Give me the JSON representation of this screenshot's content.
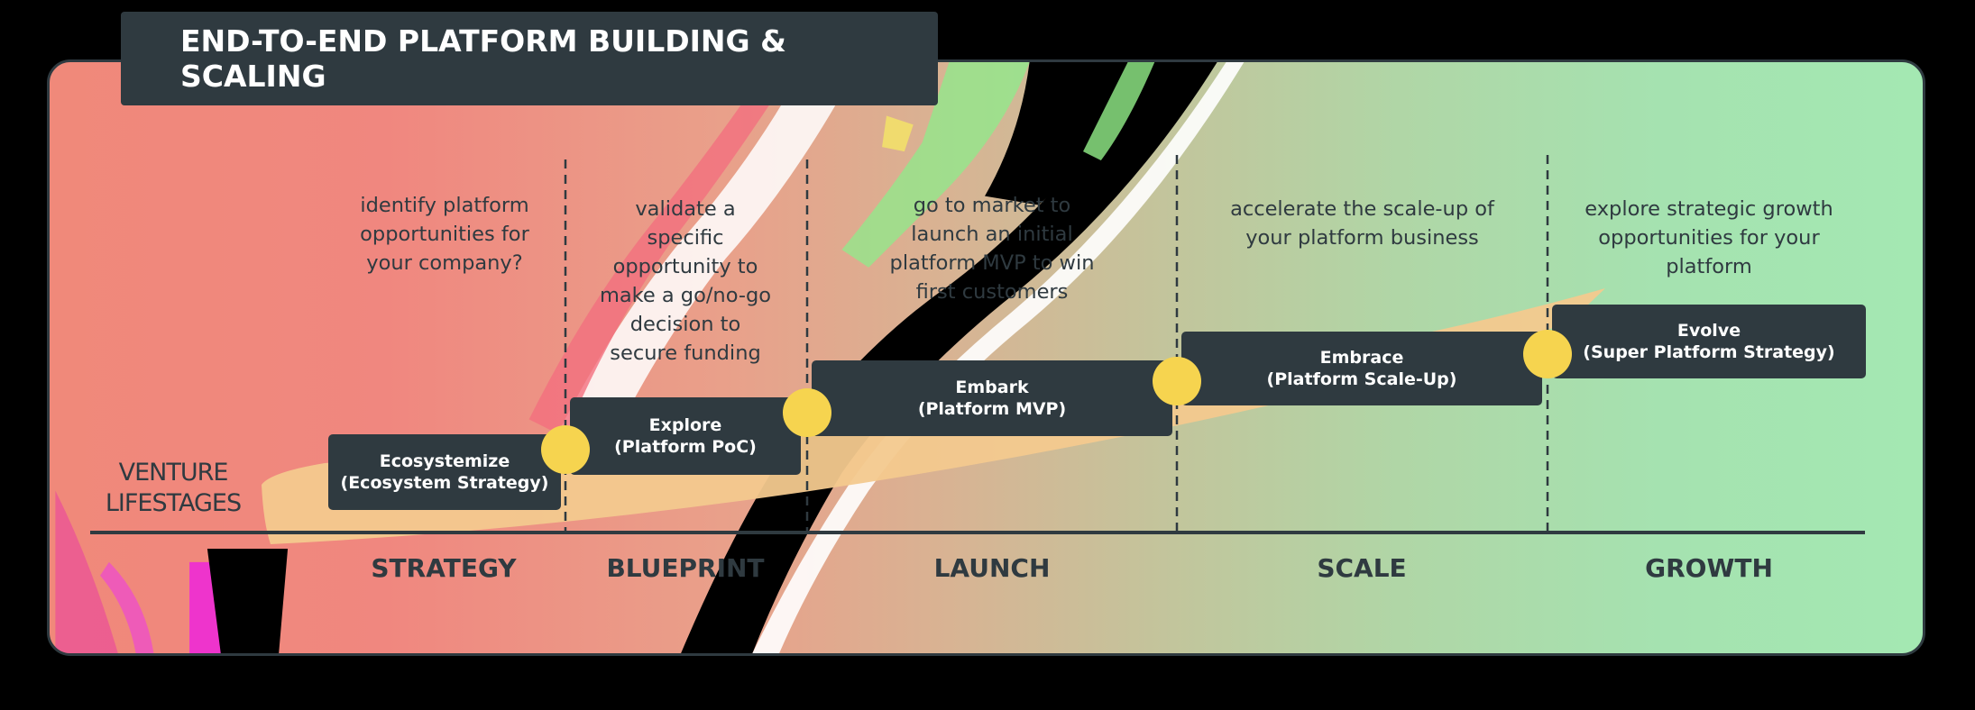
{
  "title": "END-TO-END PLATFORM BUILDING & SCALING",
  "venture_label": "VENTURE LIFESTAGES",
  "colors": {
    "dark": "#2f3a40",
    "dot": "#f6d44f",
    "arrow": "#f3c98e",
    "gradient_start": "#f0897a",
    "gradient_end": "#a4e8b2"
  },
  "phases": [
    {
      "stage": "STRATEGY",
      "description": "identify platform opportunities for your company?",
      "box_title": "Ecosystemize",
      "box_subtitle": "(Ecosystem Strategy)"
    },
    {
      "stage": "BLUEPRINT",
      "description": "validate a specific opportunity to make a go/no-go decision to secure funding",
      "box_title": "Explore",
      "box_subtitle": "(Platform PoC)"
    },
    {
      "stage": "LAUNCH",
      "description": "go to market to launch an initial platform MVP to win first customers",
      "box_title": "Embark",
      "box_subtitle": "(Platform MVP)"
    },
    {
      "stage": "SCALE",
      "description": "accelerate the scale-up of your platform business",
      "box_title": "Embrace",
      "box_subtitle": "(Platform Scale-Up)"
    },
    {
      "stage": "GROWTH",
      "description": "explore strategic growth opportunities for your platform",
      "box_title": "Evolve",
      "box_subtitle": "(Super Platform Strategy)"
    }
  ]
}
